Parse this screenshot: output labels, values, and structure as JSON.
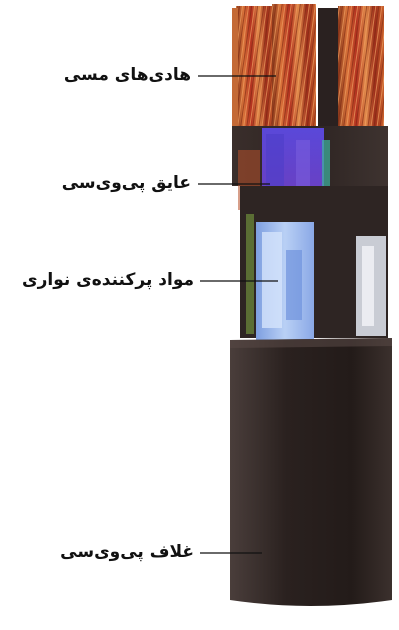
{
  "labels": {
    "copper_conductors": "هادی‌های مسی",
    "pvc_insulation": "عایق پی‌وی‌سی",
    "tape_filler": "مواد پرکننده‌ی نواری",
    "pvc_sheath": "غلاف پی‌وی‌سی"
  },
  "colors": {
    "sheath": "#2f2624",
    "copper": "#c0502a",
    "insulation_blue": "#6a4bd8",
    "filler_blue": "#a9c4f0",
    "leader_line": "#111111"
  }
}
